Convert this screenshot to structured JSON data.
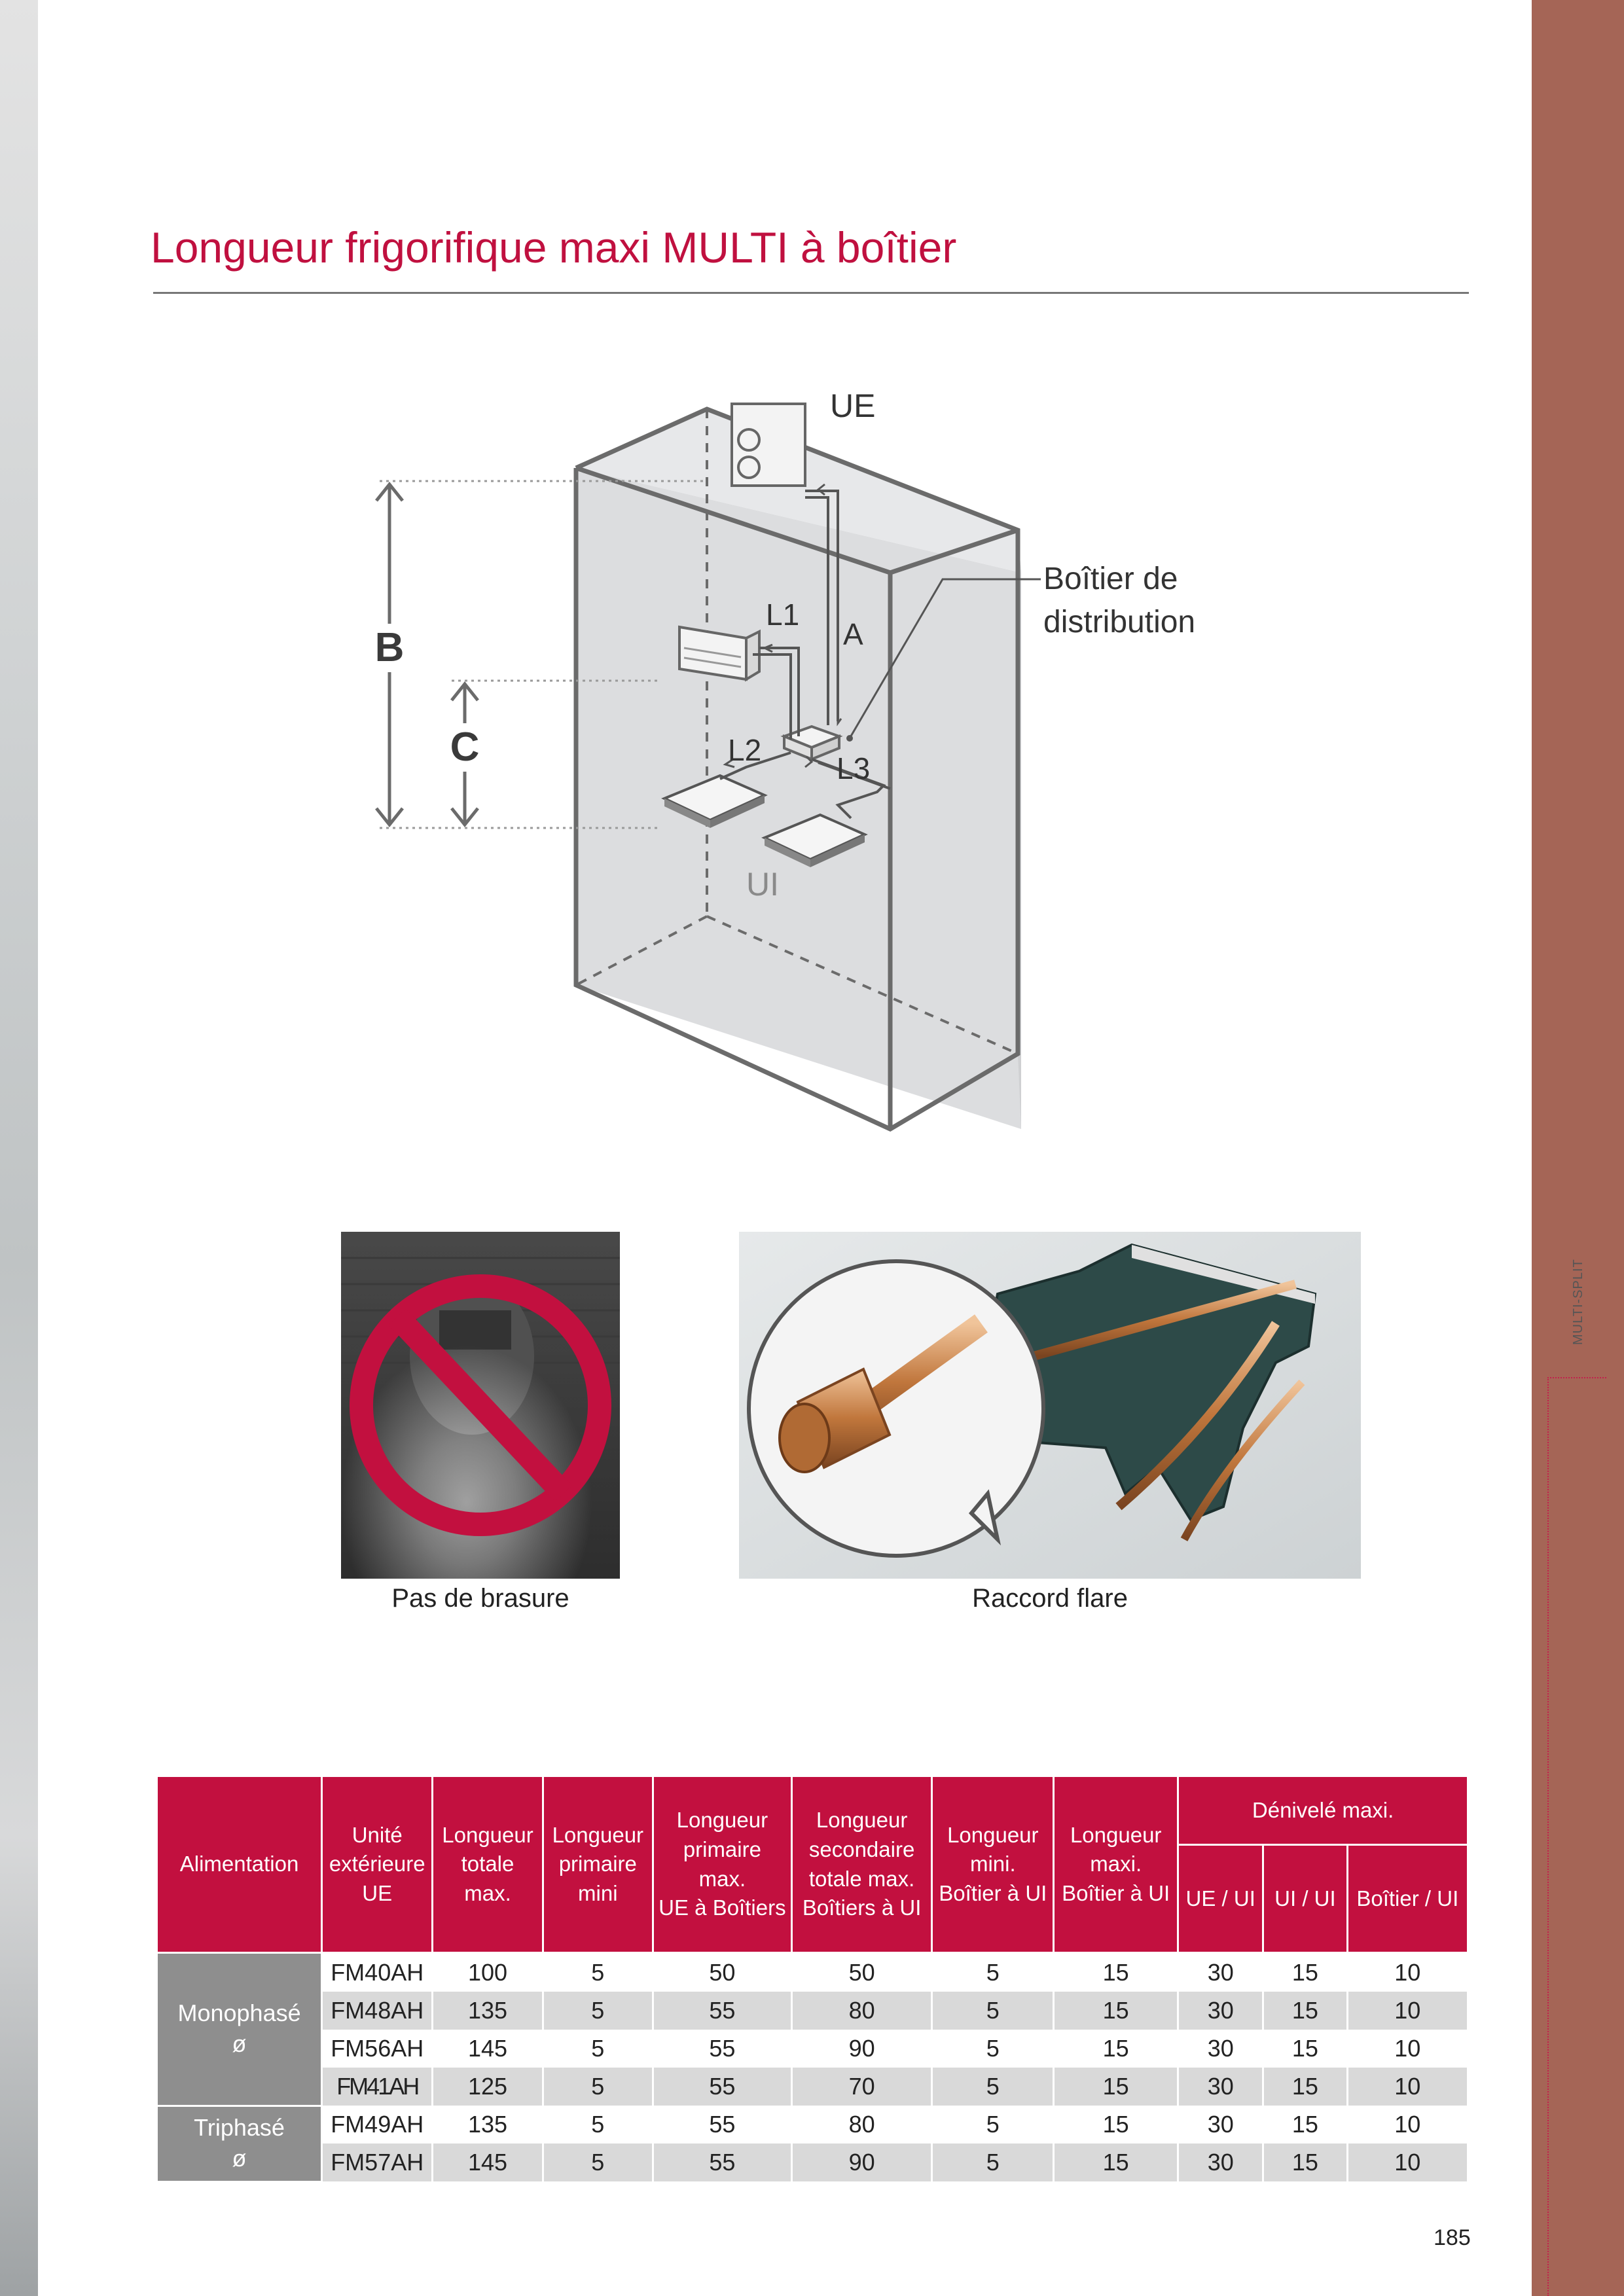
{
  "title": "Longueur frigorifique maxi MULTI à boîtier",
  "side_label": "MULTI-SPLIT",
  "diagram": {
    "ue": "UE",
    "ui": "UI",
    "l1": "L1",
    "l2": "L2",
    "l3": "L3",
    "a": "A",
    "b": "B",
    "c": "C",
    "box_label_1": "Boîtier de",
    "box_label_2": "distribution"
  },
  "photos": {
    "no_brazing": "Pas de brasure",
    "flare": "Raccord flare"
  },
  "table": {
    "headers": {
      "alimentation": "Alimentation",
      "unite_1": "Unité",
      "unite_2": "extérieure",
      "unite_3": "UE",
      "lt_1": "Longueur",
      "lt_2": "totale",
      "lt_3": "max.",
      "lp_1": "Longueur",
      "lp_2": "primaire",
      "lp_3": "mini",
      "lpm_1": "Longueur",
      "lpm_2": "primaire",
      "lpm_3": "max.",
      "lpm_4": "UE à Boîtiers",
      "ls_1": "Longueur",
      "ls_2": "secondaire",
      "ls_3": "totale max.",
      "ls_4": "Boîtiers à UI",
      "lmin_1": "Longueur",
      "lmin_2": "mini.",
      "lmin_3": "Boîtier à UI",
      "lmax_1": "Longueur",
      "lmax_2": "maxi.",
      "lmax_3": "Boîtier à UI",
      "denivele": "Dénivelé maxi.",
      "d1": "UE / UI",
      "d2": "UI / UI",
      "d3": "Boîtier / UI"
    },
    "groups": {
      "mono_1": "Monophasé",
      "mono_2": "ø",
      "tri_1": "Triphasé",
      "tri_2": "ø"
    },
    "rows": [
      {
        "model": "FM40AH",
        "total": "100",
        "pmin": "5",
        "pmax": "50",
        "sec": "50",
        "lmin": "5",
        "lmax": "15",
        "d1": "30",
        "d2": "15",
        "d3": "10"
      },
      {
        "model": "FM48AH",
        "total": "135",
        "pmin": "5",
        "pmax": "55",
        "sec": "80",
        "lmin": "5",
        "lmax": "15",
        "d1": "30",
        "d2": "15",
        "d3": "10"
      },
      {
        "model": "FM56AH",
        "total": "145",
        "pmin": "5",
        "pmax": "55",
        "sec": "90",
        "lmin": "5",
        "lmax": "15",
        "d1": "30",
        "d2": "15",
        "d3": "10"
      },
      {
        "model": "FM41AH",
        "total": "125",
        "pmin": "5",
        "pmax": "55",
        "sec": "70",
        "lmin": "5",
        "lmax": "15",
        "d1": "30",
        "d2": "15",
        "d3": "10"
      },
      {
        "model": "FM49AH",
        "total": "135",
        "pmin": "5",
        "pmax": "55",
        "sec": "80",
        "lmin": "5",
        "lmax": "15",
        "d1": "30",
        "d2": "15",
        "d3": "10"
      },
      {
        "model": "FM57AH",
        "total": "145",
        "pmin": "5",
        "pmax": "55",
        "sec": "90",
        "lmin": "5",
        "lmax": "15",
        "d1": "30",
        "d2": "15",
        "d3": "10"
      }
    ]
  },
  "page_number": "185"
}
